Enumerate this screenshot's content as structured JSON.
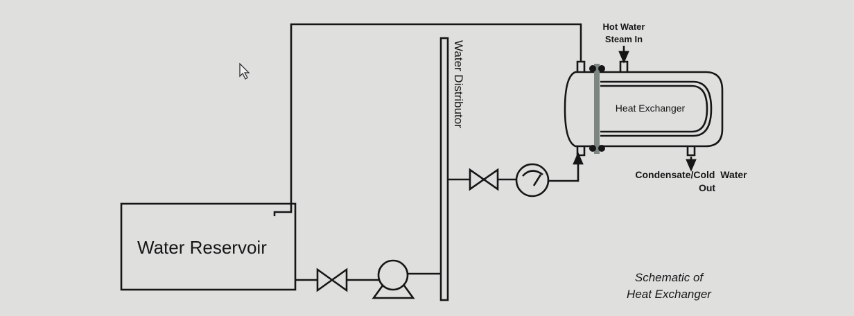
{
  "diagram": {
    "reservoir_label": "Water Reservoir",
    "distributor_label": "Water Distributor",
    "heat_exchanger_label": "Heat Exchanger",
    "inlet_label_line1": "Hot Water",
    "inlet_label_line2": "Steam In",
    "outlet_label_line1": "Condensate/Cold  Water",
    "outlet_label_line2": "Out",
    "caption_line1": "Schematic of",
    "caption_line2": "Heat Exchanger"
  },
  "colors": {
    "background": "#dfe0de",
    "ink": "#161616",
    "tube_sheet": "#7d8580"
  }
}
